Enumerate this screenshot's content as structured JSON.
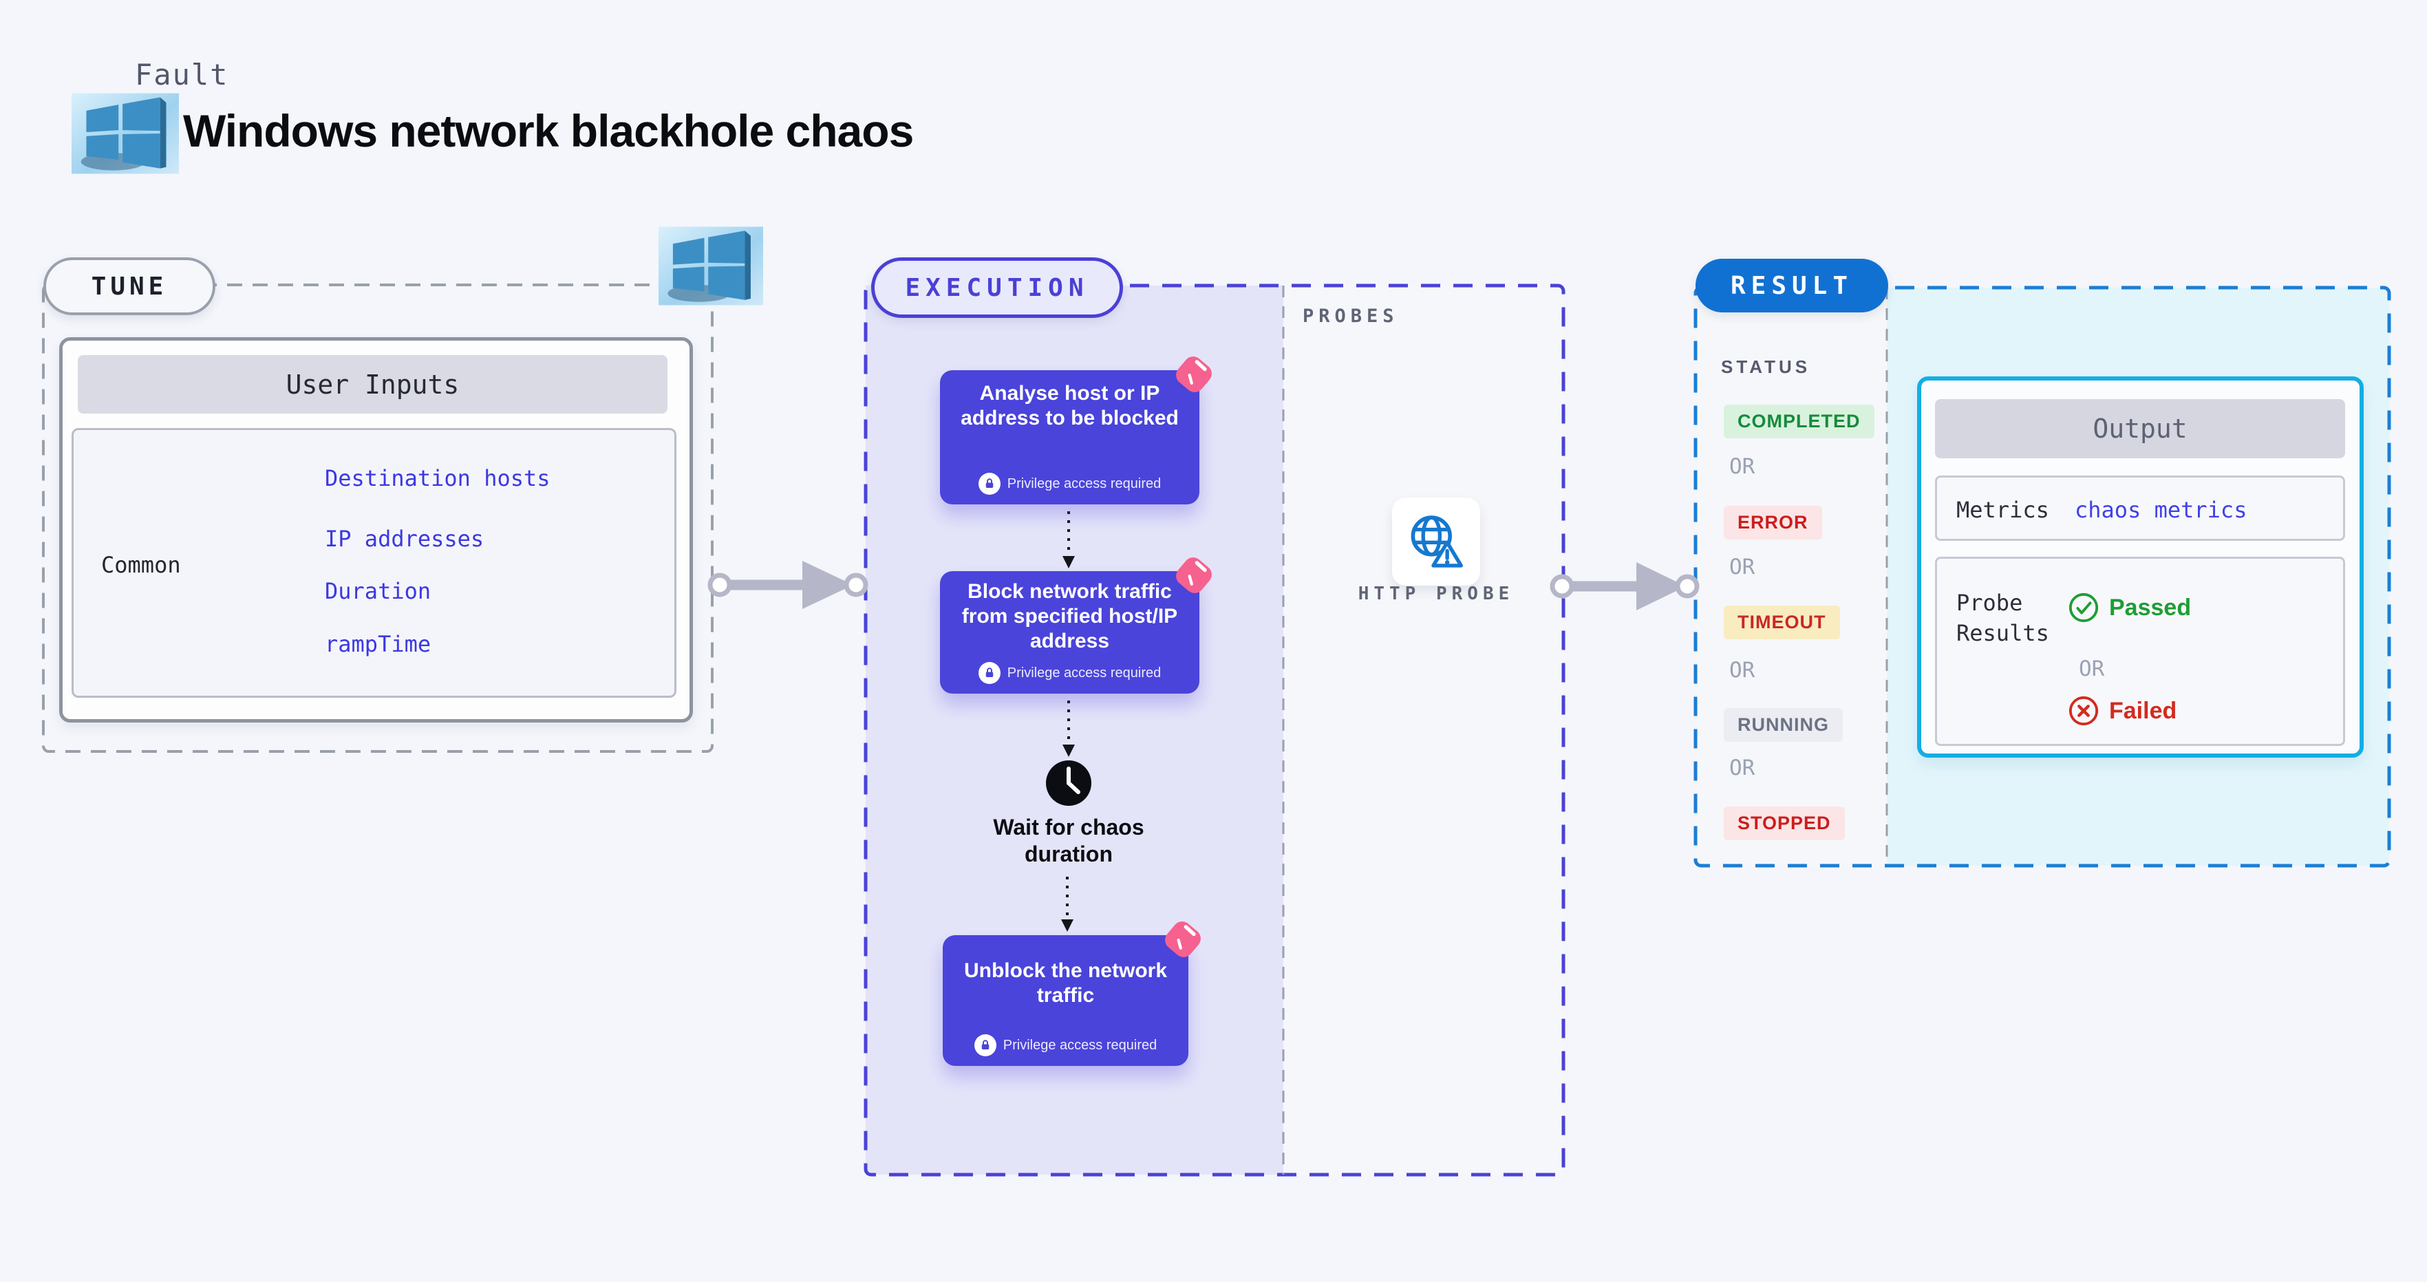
{
  "header": {
    "kicker": "Fault",
    "title": "Windows network blackhole chaos"
  },
  "tune": {
    "label": "TUNE",
    "table": {
      "header": "User Inputs",
      "row_label": "Common",
      "inputs": [
        "Destination hosts",
        "IP addresses",
        "Duration",
        "rampTime"
      ]
    }
  },
  "execution": {
    "label": "EXECUTION",
    "probes_label": "PROBES",
    "nodes": [
      {
        "title": "Analyse host or IP address to be blocked",
        "badge": "Privilege access required"
      },
      {
        "title": "Block network traffic from specified host/IP address",
        "badge": "Privilege access required"
      },
      {
        "title": "Unblock the network traffic",
        "badge": "Privilege access required"
      }
    ],
    "wait_label": "Wait for chaos duration",
    "probe_name": "HTTP PROBE"
  },
  "result": {
    "label": "RESULT",
    "status_heading": "STATUS",
    "or_label": "OR",
    "statuses": [
      {
        "text": "COMPLETED",
        "kind": "success"
      },
      {
        "text": "ERROR",
        "kind": "error"
      },
      {
        "text": "TIMEOUT",
        "kind": "timeout"
      },
      {
        "text": "RUNNING",
        "kind": "running"
      },
      {
        "text": "STOPPED",
        "kind": "stopped"
      }
    ],
    "output": {
      "header": "Output",
      "metrics_label": "Metrics",
      "metrics_value": "chaos metrics",
      "probe_results_label": "Probe Results",
      "passed_label": "Passed",
      "failed_label": "Failed"
    }
  },
  "colors": {
    "page_background": "#f4f6fb",
    "node_indigo": "#4a44da",
    "execution_lavender": "#e4e4f9",
    "chaos_pink": "#f6618f",
    "execution_accent": "#4b40d5",
    "result_accent": "#1171d2",
    "output_border": "#14aee4",
    "result_cyan_bg": "#e2f5fb",
    "link_blue": "#3c38e2",
    "success_green": "#1f9d36",
    "fail_red": "#d32b1e",
    "timeout_yellow": "#f8ecc0",
    "arrow_gray": "#b5b7c8",
    "windows_blue": "#3c8fc4"
  }
}
